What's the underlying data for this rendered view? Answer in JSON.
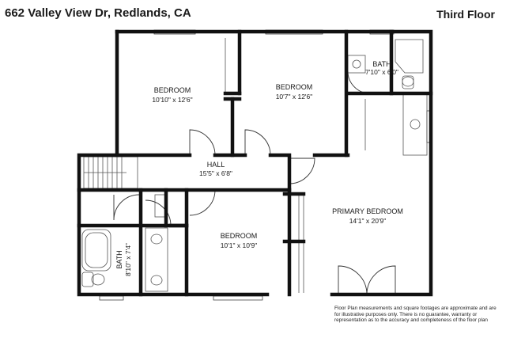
{
  "header": {
    "address": "662 Valley View Dr, Redlands, CA",
    "floor": "Third Floor"
  },
  "rooms": {
    "bedroom_1": {
      "name": "BEDROOM",
      "dims": "10'10\" x 12'6\""
    },
    "bedroom_2": {
      "name": "BEDROOM",
      "dims": "10'7\" x 12'6\""
    },
    "bath_top": {
      "name": "BATH",
      "dims": "7'10\" x 6'0\""
    },
    "hall": {
      "name": "HALL",
      "dims": "15'5\" x 6'8\""
    },
    "primary_bedroom": {
      "name": "PRIMARY BEDROOM",
      "dims": "14'1\" x 20'9\""
    },
    "bedroom_3": {
      "name": "BEDROOM",
      "dims": "10'1\" x 10'9\""
    },
    "bath_left": {
      "name": "BATH",
      "dims": "8'10\" x 7'4\""
    }
  },
  "disclaimer": "Floor Plan measurements and square footages are approximate and are for illustrative purposes only. There is no guarantee, warranty or representation as to the accuracy and completeness of the floor plan"
}
